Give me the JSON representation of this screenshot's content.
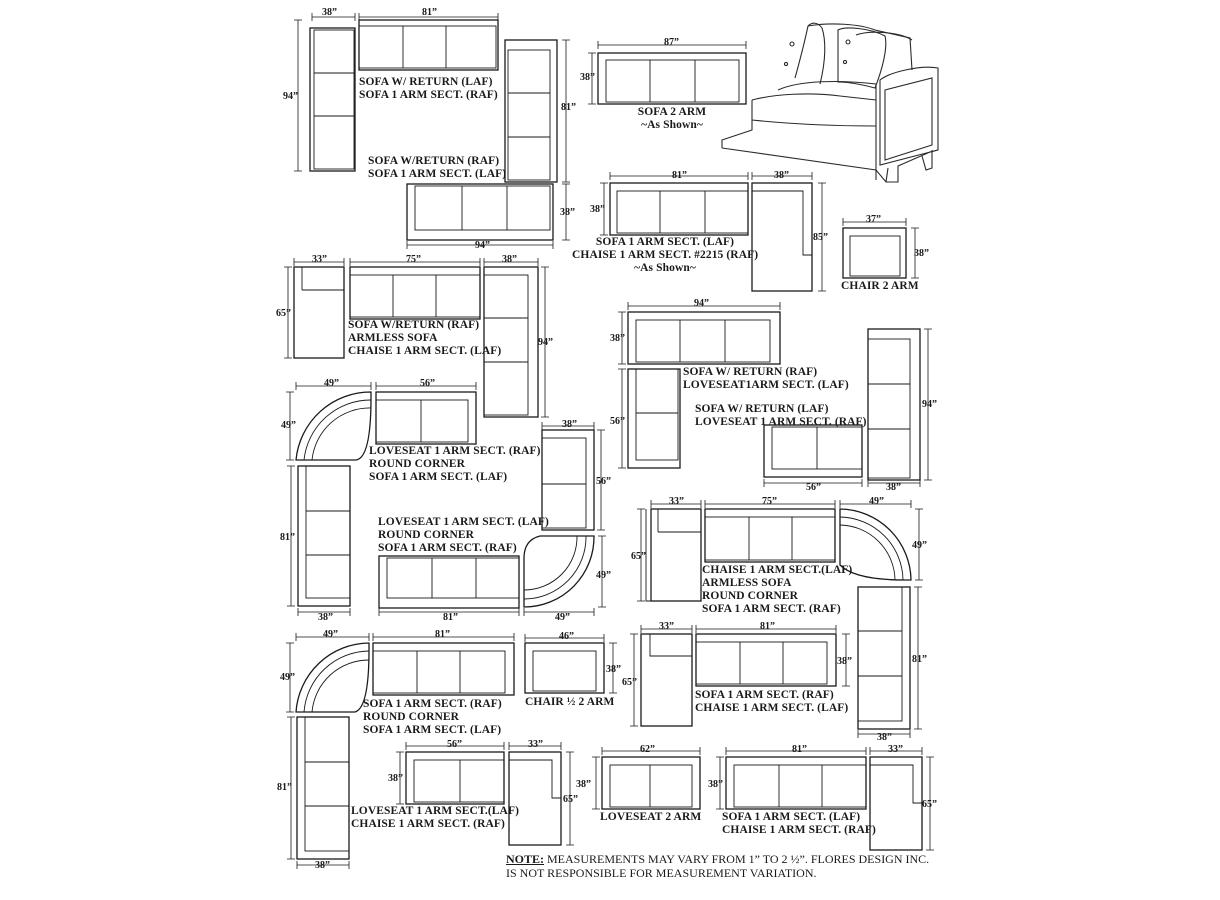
{
  "dims": {
    "d1_w": "38”",
    "d1_w2": "81”",
    "d1_h": "94”",
    "d1_h2": "81”",
    "d2_w": "87”",
    "d2_h": "38”",
    "d3_w": "94”",
    "d3_h": "38”",
    "d4_w": "81”",
    "d4_h": "38”",
    "d4_w2": "38”",
    "d4_h2": "85”",
    "d5_w": "37”",
    "d5_h": "38”",
    "d6_w": "33”",
    "d6_h": "65”",
    "d6_w2": "75”",
    "d6_w3": "38”",
    "d6_h2": "94”",
    "d7_w": "94”",
    "d7_h": "38”",
    "d7_h2": "56”",
    "d8_h": "94”",
    "d8_w": "56”",
    "d8_w2": "38”",
    "d9_w": "49”",
    "d9_h": "49”",
    "d9_w2": "56”",
    "d9_h2": "81”",
    "d9_w3": "38”",
    "d10_w": "38”",
    "d10_h": "56”",
    "d10_w2": "81”",
    "d10_w3": "49”",
    "d10_h2": "49”",
    "d11_w": "33”",
    "d11_h": "65”",
    "d11_w2": "75”",
    "d11_w3": "49”",
    "d11_h2": "49”",
    "d11_h3": "81”",
    "d11_w4": "38”",
    "d12_w": "49”",
    "d12_h": "49”",
    "d12_w2": "81”",
    "d12_h2": "81”",
    "d12_w3": "38”",
    "d13_w": "46”",
    "d13_h": "38”",
    "d14_w": "33”",
    "d14_h": "65”",
    "d14_w2": "81”",
    "d14_h2": "38”",
    "d15_w": "56”",
    "d15_h": "38”",
    "d15_w2": "33”",
    "d15_h2": "65”",
    "d16_w": "62”",
    "d16_h": "38”",
    "d17_w": "81”",
    "d17_h": "38”",
    "d17_w2": "33”",
    "d17_h2": "65”"
  },
  "labels": {
    "l1": [
      "SOFA W/ RETURN (LAF)",
      "SOFA 1 ARM SECT. (RAF)"
    ],
    "l2": [
      "SOFA 2 ARM",
      "~As Shown~"
    ],
    "l3": [
      "SOFA W/RETURN (RAF)",
      "SOFA 1 ARM SECT. (LAF)"
    ],
    "l4": [
      "SOFA 1 ARM SECT. (LAF)",
      "CHAISE 1 ARM SECT. #2215 (RAF)",
      "~As Shown~"
    ],
    "l5": [
      "CHAIR 2 ARM"
    ],
    "l6": [
      "SOFA W/RETURN (RAF)",
      "ARMLESS SOFA",
      "CHAISE 1 ARM SECT. (LAF)"
    ],
    "l7": [
      "SOFA W/ RETURN (RAF)",
      "LOVESEAT1ARM SECT. (LAF)"
    ],
    "l8": [
      "SOFA  W/ RETURN (LAF)",
      "LOVESEAT 1 ARM SECT. (RAF)"
    ],
    "l9": [
      "LOVESEAT 1 ARM SECT. (RAF)",
      "ROUND CORNER",
      "SOFA 1 ARM SECT. (LAF)"
    ],
    "l10": [
      "LOVESEAT 1 ARM SECT. (LAF)",
      "ROUND CORNER",
      "SOFA 1 ARM SECT. (RAF)"
    ],
    "l11": [
      "CHAISE 1 ARM SECT.(LAF)",
      "ARMLESS SOFA",
      "ROUND CORNER",
      "SOFA 1 ARM SECT. (RAF)"
    ],
    "l12": [
      "SOFA 1 ARM SECT. (RAF)",
      "ROUND CORNER",
      "SOFA 1 ARM SECT. (LAF)"
    ],
    "l13": [
      "CHAIR ½  2 ARM"
    ],
    "l14": [
      "SOFA 1 ARM SECT. (RAF)",
      "CHAISE 1 ARM SECT. (LAF)"
    ],
    "l15": [
      "LOVESEAT 1 ARM SECT.(LAF)",
      "CHAISE 1 ARM SECT. (RAF)"
    ],
    "l16": [
      "LOVESEAT 2 ARM"
    ],
    "l17": [
      "SOFA 1 ARM SECT. (LAF)",
      "CHAISE 1 ARM SECT. (RAF)"
    ]
  },
  "note": {
    "lead": "NOTE:",
    "line1": " MEASUREMENTS MAY VARY FROM 1” TO 2 ½”. FLORES DESIGN INC.",
    "line2": "IS NOT RESPONSIBLE FOR MEASUREMENT VARIATION."
  }
}
